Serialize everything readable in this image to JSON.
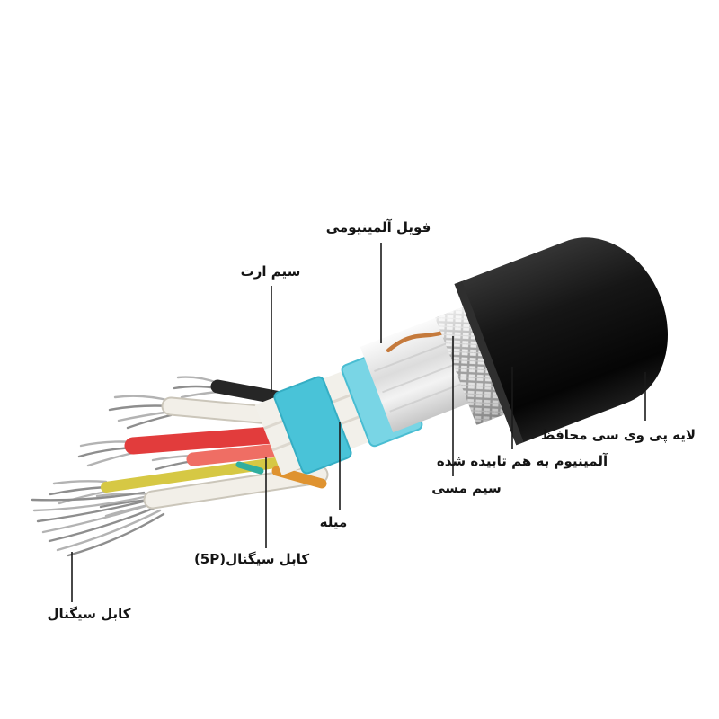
{
  "diagram": {
    "labels": {
      "aluminum_foil": "فویل آلمینیومی",
      "earth_wire": "سیم ارت",
      "pvc_protective_layer": "لایه پی وی سی محافظ",
      "twisted_aluminum": "آلمینیوم به هم تابیده شده",
      "copper_wire": "سیم مسی",
      "rod": "میله",
      "signal_cable_5p": "کابل سیگنال(5P)",
      "signal_cable": "کابل سیگنال"
    },
    "colors": {
      "jacket": "#141414",
      "braid_base": "#e8e8e8",
      "braid_line": "#9b9b9b",
      "foil": "#ececec",
      "wrap_band_right": "#79d5e5",
      "wrap_band_left": "#49c3d8",
      "bundle": "#f2f0ea",
      "wire_black": "#262626",
      "wire_white": "#f2efe8",
      "wire_red": "#e23c3c",
      "wire_salmon": "#ef6e64",
      "wire_yellow": "#d6c844",
      "wire_orange": "#df9330",
      "wire_teal": "#2fae9f",
      "copper": "#c57a3c",
      "strand": "#b3b3b3",
      "leader_line": "#1a1a1a"
    }
  }
}
